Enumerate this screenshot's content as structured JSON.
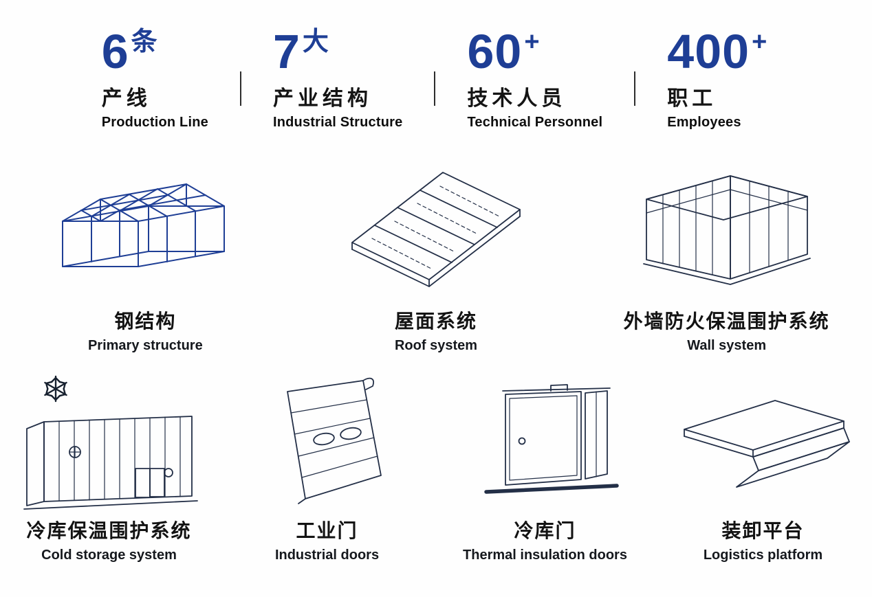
{
  "colors": {
    "accent": "#1e3e95",
    "ink": "#232f47",
    "text": "#121212"
  },
  "stats": [
    {
      "value": "6",
      "suffix": "条",
      "zh": "产线",
      "en": "Production Line"
    },
    {
      "value": "7",
      "suffix": "大",
      "zh": "产业结构",
      "en": "Industrial Structure"
    },
    {
      "value": "60",
      "suffix": "+",
      "zh": "技术人员",
      "en": "Technical Personnel"
    },
    {
      "value": "400",
      "suffix": "+",
      "zh": "职工",
      "en": "Employees"
    }
  ],
  "products": [
    {
      "zh": "钢结构",
      "en": "Primary structure",
      "icon": "steel-structure-icon"
    },
    {
      "zh": "屋面系统",
      "en": "Roof system",
      "icon": "roof-system-icon"
    },
    {
      "zh": "外墙防火保温围护系统",
      "en": "Wall system",
      "icon": "wall-system-icon"
    },
    {
      "zh": "冷库保温围护系统",
      "en": "Cold storage system",
      "icon": "cold-storage-icon"
    },
    {
      "zh": "工业门",
      "en": "Industrial doors",
      "icon": "industrial-door-icon"
    },
    {
      "zh": "冷库门",
      "en": "Thermal insulation doors",
      "icon": "cold-storage-door-icon"
    },
    {
      "zh": "装卸平台",
      "en": "Logistics platform",
      "icon": "loading-platform-icon"
    }
  ]
}
